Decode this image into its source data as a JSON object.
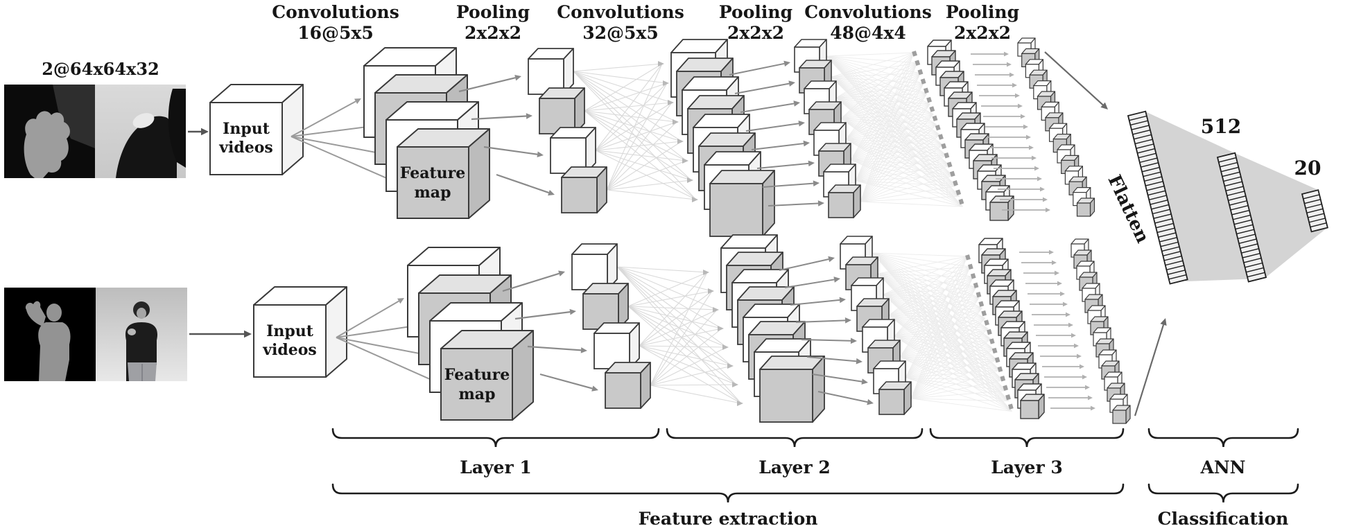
{
  "diagram": {
    "input_dims_label": "2@64x64x32",
    "input_box": {
      "line1": "Input",
      "line2": "videos"
    },
    "feature_map": {
      "line1": "Feature",
      "line2": "map"
    },
    "stages": [
      {
        "line1": "Convolutions",
        "line2": "16@5x5"
      },
      {
        "line1": "Pooling",
        "line2": "2x2x2"
      },
      {
        "line1": "Convolutions",
        "line2": "32@5x5"
      },
      {
        "line1": "Pooling",
        "line2": "2x2x2"
      },
      {
        "line1": "Convolutions",
        "line2": "48@4x4"
      },
      {
        "line1": "Pooling",
        "line2": "2x2x2"
      }
    ],
    "flatten_label": "Flatten",
    "ann": {
      "dense_units": "512",
      "output_units": "20"
    },
    "group_labels": {
      "layer1": "Layer 1",
      "layer2": "Layer 2",
      "layer3": "Layer 3",
      "ann": "ANN",
      "feature_extraction": "Feature extraction",
      "classification": "Classification"
    },
    "structure": {
      "streams": 2,
      "conv1_maps_shown": 4,
      "pool1_maps_shown": 4,
      "conv2_maps_shown": 8,
      "pool2_maps_shown": 8,
      "conv3_maps_shown": 16,
      "pool3_maps_shown": 16
    },
    "colors": {
      "map_gray": "#c9c9c9",
      "map_white": "#ffffff",
      "outline": "#3a3a3a",
      "arrow_gray": "#8a8a8a",
      "fan_line": "#d9d9d9",
      "funnel_gray": "#d4d4d4",
      "text": "#161616"
    }
  }
}
